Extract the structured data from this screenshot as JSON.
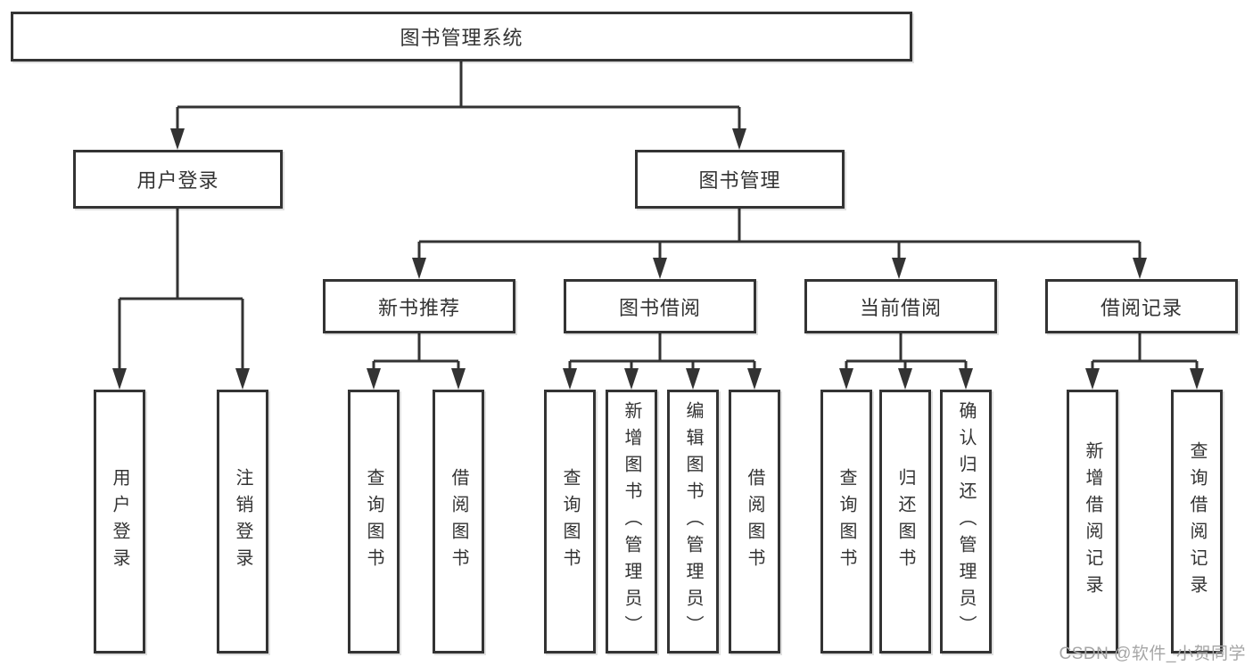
{
  "diagram": {
    "root": {
      "label": "图书管理系统",
      "children": [
        {
          "label": "用户登录",
          "children": [
            {
              "label": "用户登录"
            },
            {
              "label": "注销登录"
            }
          ]
        },
        {
          "label": "图书管理",
          "children": [
            {
              "label": "新书推荐",
              "children": [
                {
                  "label": "查询图书"
                },
                {
                  "label": "借阅图书"
                }
              ]
            },
            {
              "label": "图书借阅",
              "children": [
                {
                  "label": "查询图书"
                },
                {
                  "label": "新增图书（管理员）"
                },
                {
                  "label": "编辑图书（管理员）"
                },
                {
                  "label": "借阅图书"
                }
              ]
            },
            {
              "label": "当前借阅",
              "children": [
                {
                  "label": "查询图书"
                },
                {
                  "label": "归还图书"
                },
                {
                  "label": "确认归还（管理员）"
                }
              ]
            },
            {
              "label": "借阅记录",
              "children": [
                {
                  "label": "新增借阅记录"
                },
                {
                  "label": "查询借阅记录"
                }
              ]
            }
          ]
        }
      ]
    }
  },
  "watermark": {
    "text": "CSDN @软件_小贺同学"
  },
  "colors": {
    "line": "#333333",
    "text": "#333333",
    "box_background": "#ffffff",
    "watermark": "#a6a6a6",
    "background": "#ffffff"
  }
}
